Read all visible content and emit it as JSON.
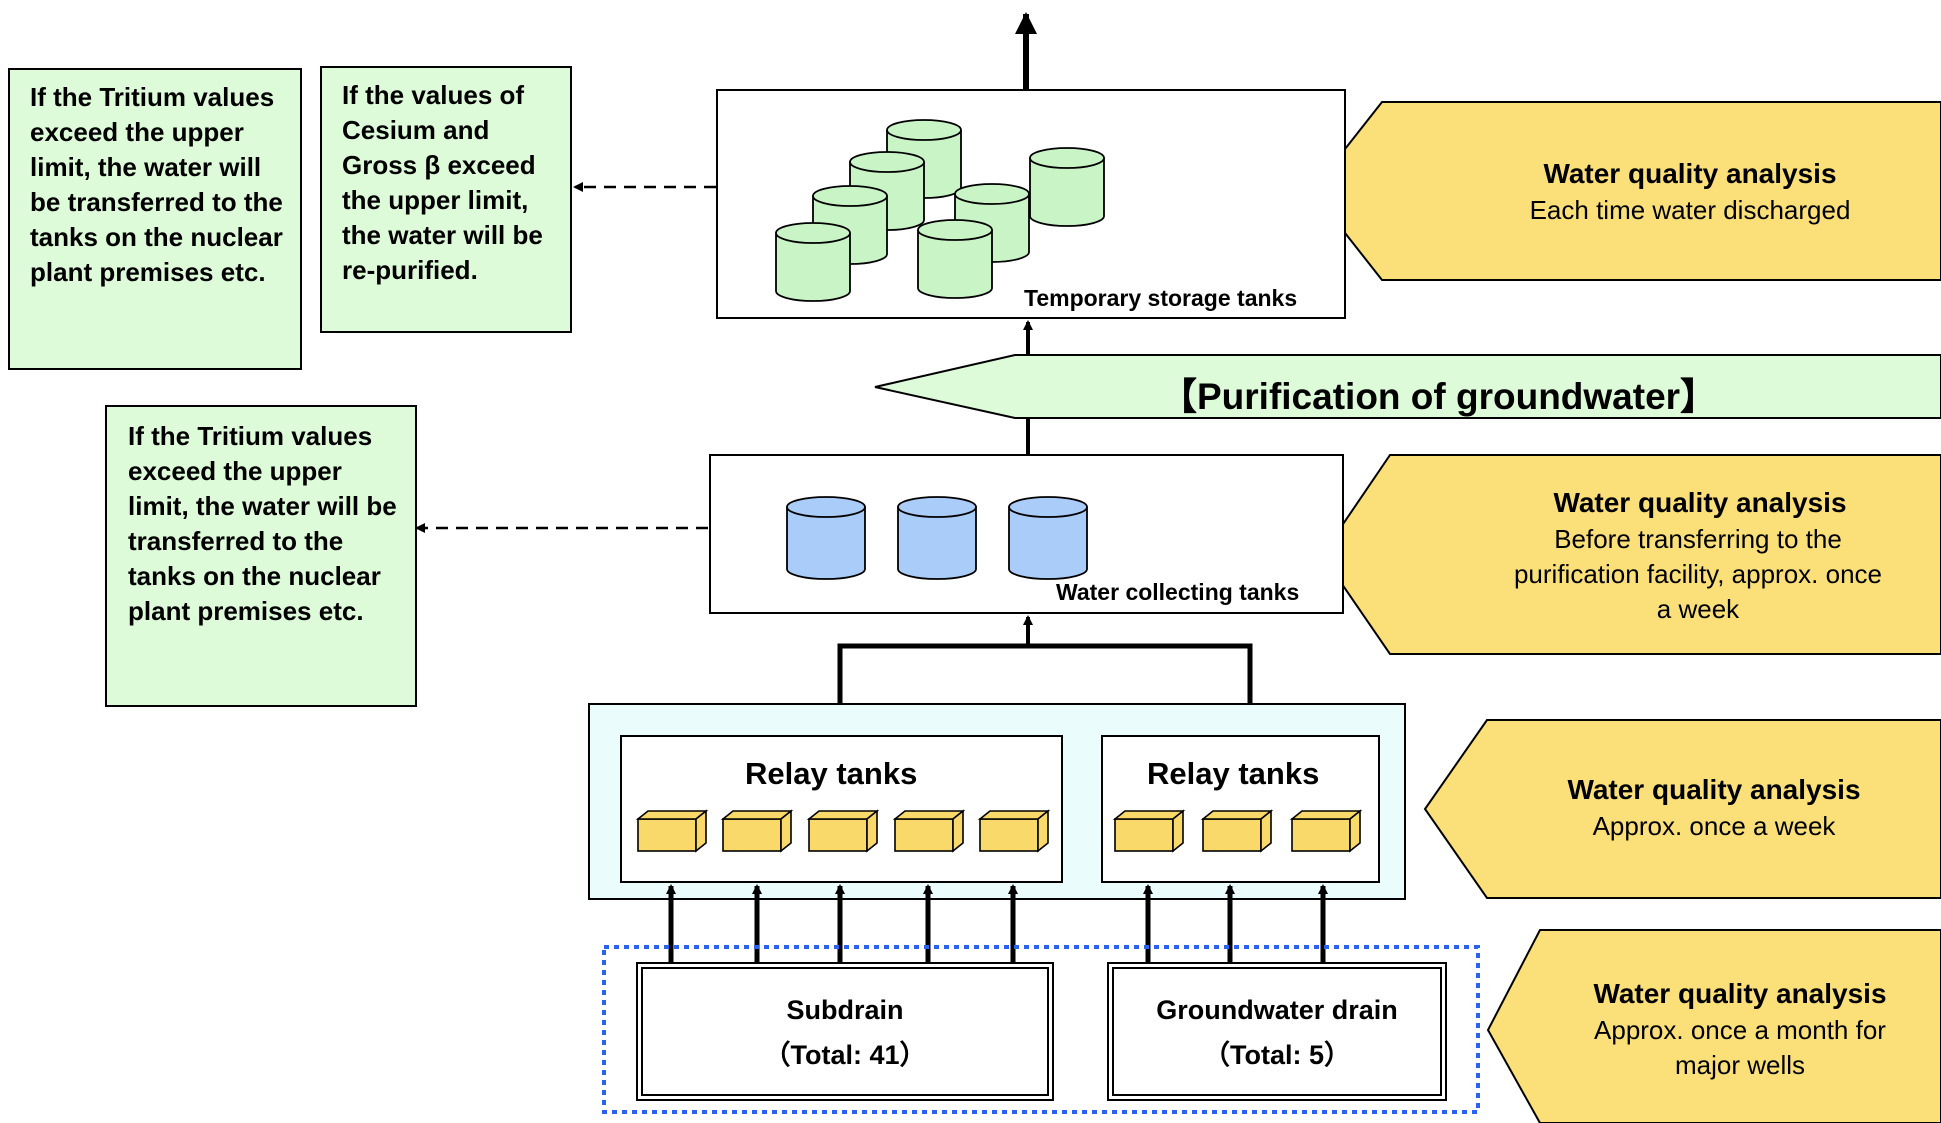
{
  "notes": {
    "tritium_storage": "If the Tritium values exceed the upper limit, the water will be transferred to the tanks on the nuclear plant premises etc.",
    "cesium_storage": "If the values of Cesium and Gross β exceed the upper limit, the water will be re-purified.",
    "tritium_collecting": "If the Tritium values exceed the upper limit, the water will be transferred to the tanks on the nuclear plant premises etc."
  },
  "tanks": {
    "temporary_storage": "Temporary storage tanks",
    "water_collecting": "Water collecting tanks",
    "relay_left": "Relay tanks",
    "relay_right": "Relay tanks"
  },
  "purification": "【Purification of groundwater】",
  "sources": {
    "subdrain": {
      "name": "Subdrain",
      "total": "（Total: 41）"
    },
    "groundwater": {
      "name": "Groundwater drain",
      "total": "（Total: 5）"
    }
  },
  "analyses": [
    {
      "title": "Water quality analysis",
      "text": "Each time water discharged"
    },
    {
      "title": "Water quality analysis",
      "text": "Before transferring to the purification facility, approx. once a week"
    },
    {
      "title": "Water quality analysis",
      "text": "Approx. once a week"
    },
    {
      "title": "Water quality analysis",
      "text": "Approx. once a month for major wells"
    }
  ],
  "colors": {
    "note_fill": "#ddfbd8",
    "analysis_fill": "#fbe07a",
    "storage_tank": "#c9f5c6",
    "collecting_tank": "#a9ccf8",
    "relay_tank": "#f8d96a",
    "relay_area": "#eafcfb",
    "dotted_border": "#2a62f0"
  }
}
